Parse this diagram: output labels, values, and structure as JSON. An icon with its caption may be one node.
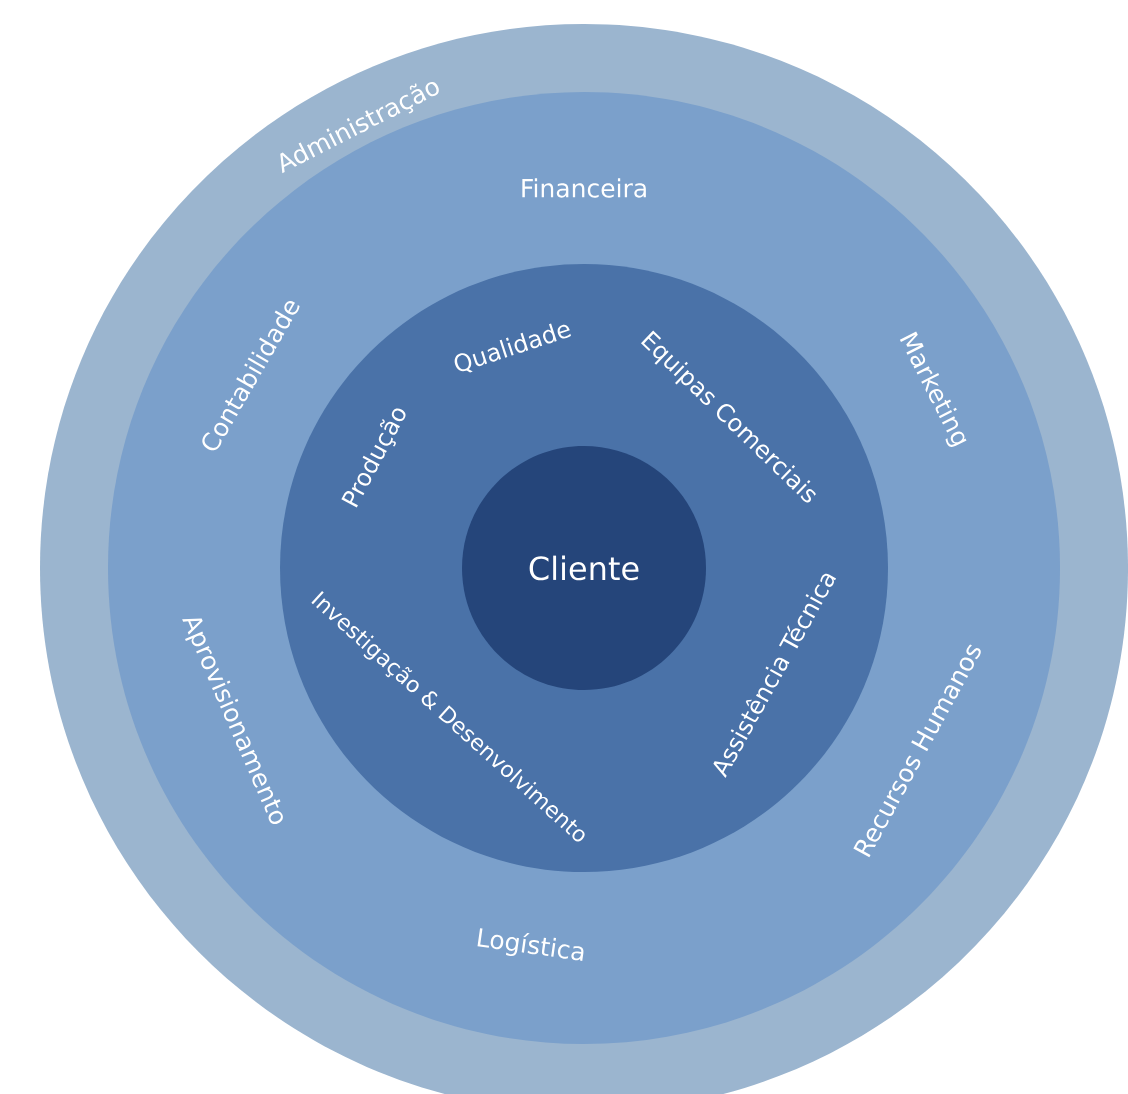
{
  "diagram": {
    "nodes": [
      {
        "text": [
          "Administração"
        ]
      },
      {
        "text": [
          "Financeira",
          "Contabilidade",
          "Marketing",
          "Aprovisionamento",
          "Recursos Humanos",
          "Logística"
        ],
        "in": 0
      },
      {
        "text": [
          "Qualidade",
          "Equipas Comerciais",
          "Produção",
          "Investigação & Desenvolvimento",
          "Assistência Técnica"
        ],
        "in": 1
      },
      {
        "text": [
          "Cliente"
        ],
        "in": 2
      }
    ]
  }
}
